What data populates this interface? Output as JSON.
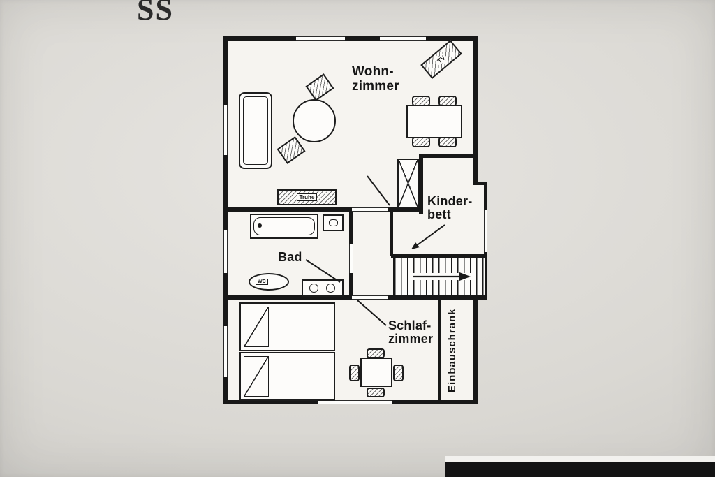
{
  "heading": {
    "partial_title": "SS"
  },
  "rooms": {
    "wohnzimmer": {
      "line1": "Wohn-",
      "line2": "zimmer"
    },
    "kinderbett": {
      "line1": "Kinder-",
      "line2": "bett"
    },
    "bad": {
      "label": "Bad"
    },
    "schlafzimmer": {
      "line1": "Schlaf-",
      "line2": "zimmer"
    },
    "einbauschrank": {
      "label": "Einbauschrank"
    }
  },
  "fixtures": {
    "truhe_label": "Truhe",
    "tv_label": "TV",
    "wc_label": "WC"
  },
  "colors": {
    "wall": "#181818",
    "floor": "#f6f4f0",
    "photo_background": "#d8d6d1",
    "bottom_bar": "#131313"
  }
}
